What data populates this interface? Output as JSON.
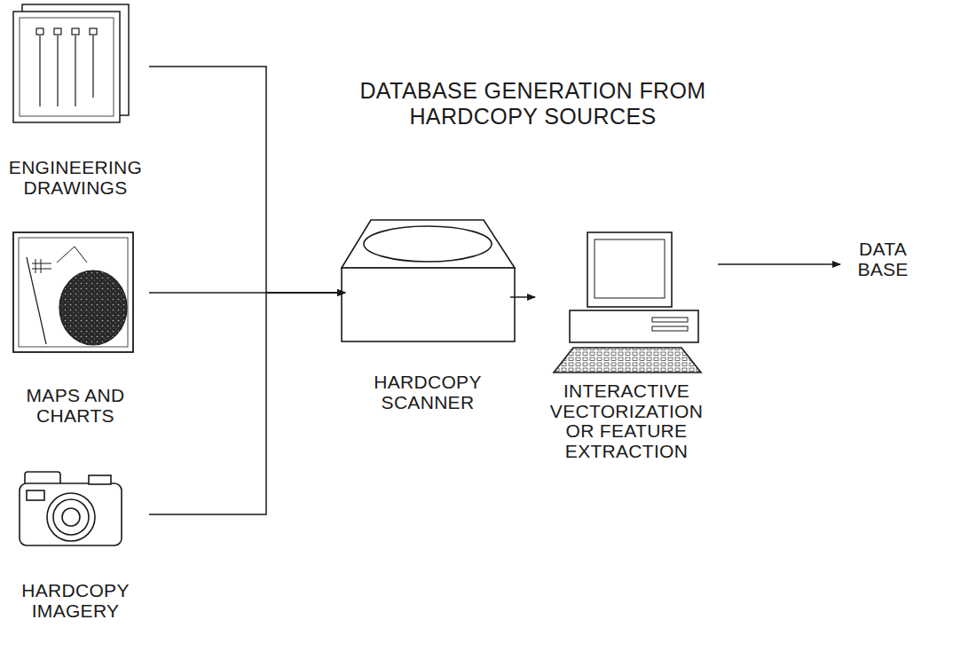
{
  "diagram": {
    "title": "DATABASE GENERATION FROM HARDCOPY SOURCES",
    "nodes": [
      {
        "text": [
          "ENGINEERING DRAWINGS"
        ]
      },
      {
        "text": [
          "MAPS AND CHARTS"
        ]
      },
      {
        "text": [
          "HARDCOPY IMAGERY"
        ]
      },
      {
        "text": [
          "HARDCOPY SCANNER"
        ]
      },
      {
        "text": [
          "INTERACTIVE VECTORIZATION OR FEATURE EXTRACTION"
        ]
      },
      {
        "text": [
          "DATA BASE"
        ]
      }
    ],
    "edges": [
      {
        "from": 0,
        "to": 3,
        "arrow": "to"
      },
      {
        "from": 1,
        "to": 3,
        "arrow": "to"
      },
      {
        "from": 2,
        "to": 3,
        "arrow": "to"
      },
      {
        "from": 3,
        "to": 4,
        "arrow": "to"
      },
      {
        "from": 4,
        "to": 5,
        "arrow": "to"
      }
    ]
  }
}
